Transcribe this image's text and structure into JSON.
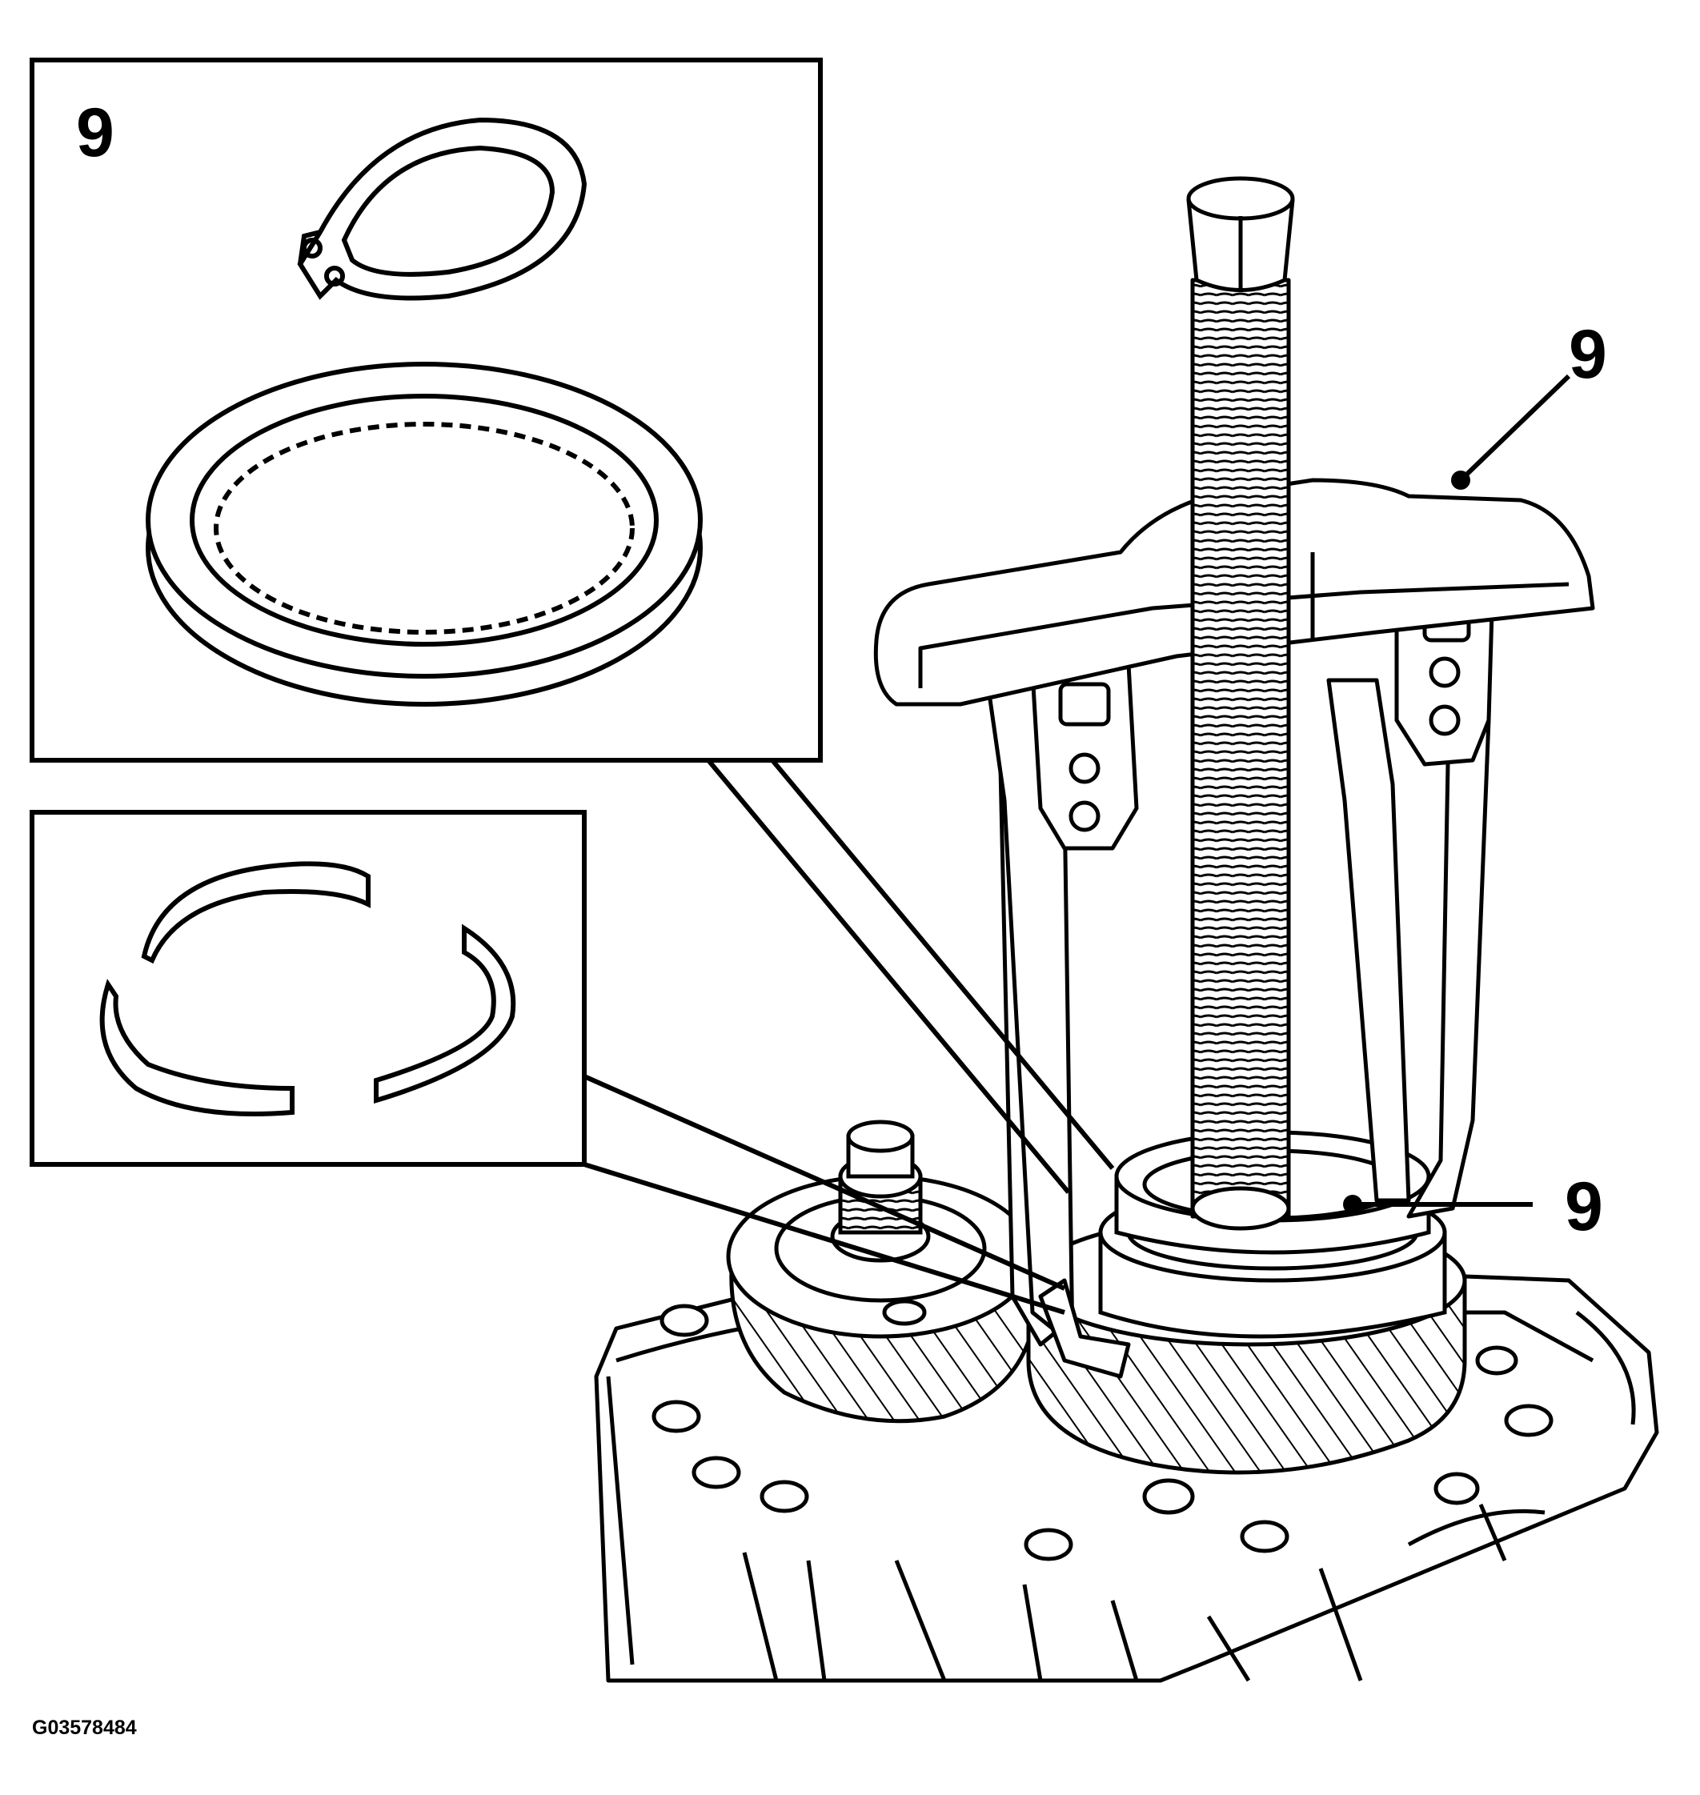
{
  "figure": {
    "figure_id": "G03578484",
    "callouts": {
      "inset_top": "9",
      "puller": "9",
      "synchronizer": "9"
    }
  },
  "colors": {
    "ink": "#000000",
    "paper": "#ffffff"
  },
  "icons": [
    "circlip-icon",
    "synchronizer-ring-icon",
    "split-ring-icon",
    "gear-puller-icon",
    "transmission-housing-icon"
  ]
}
